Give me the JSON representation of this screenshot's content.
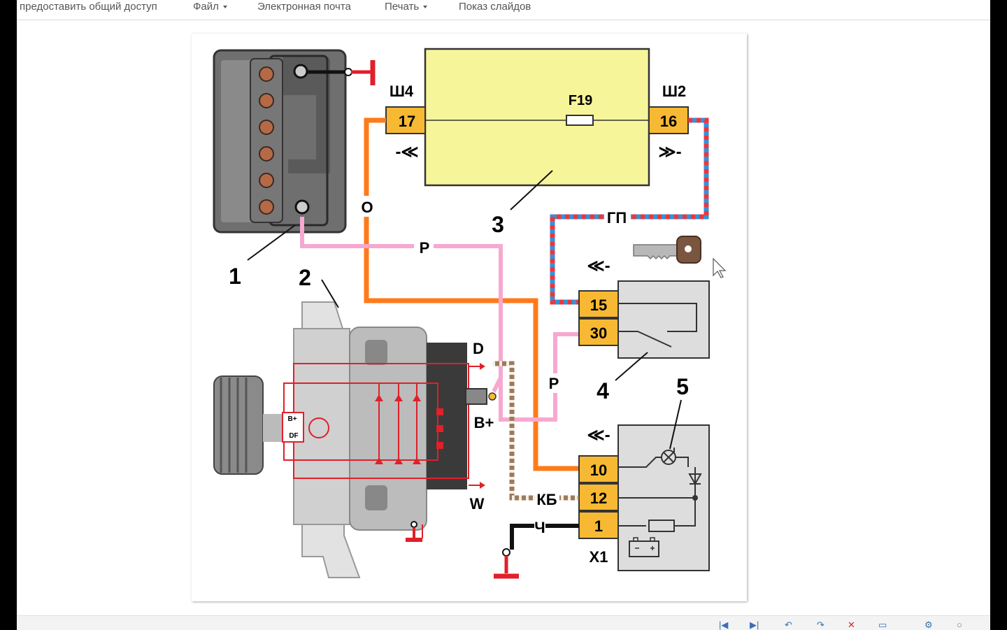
{
  "toolbar": {
    "share": "предоставить общий доступ",
    "file": "Файл",
    "email": "Электронная почта",
    "print": "Печать",
    "slideshow": "Показ слайдов"
  },
  "diagram": {
    "callouts": {
      "battery": "1",
      "generator": "2",
      "mount_block": "3",
      "ignition_switch": "4",
      "warning_lamp": "5"
    },
    "connectors": {
      "left_mount": "Ш4",
      "right_mount": "Ш2",
      "cluster": "Х1"
    },
    "pins": {
      "p17": "17",
      "p16": "16",
      "p15": "15",
      "p30": "30",
      "p10": "10",
      "p12": "12",
      "p1": "1"
    },
    "fuse": "F19",
    "wire_labels": {
      "orange": "О",
      "pink_top": "Р",
      "pink_mid": "Р",
      "blue_red": "ГП",
      "brown_white": "КБ",
      "black": "Ч"
    },
    "terminals": {
      "d": "D",
      "b_plus": "B+",
      "w": "W"
    },
    "regulator": {
      "b_plus": "B+",
      "df": "DF"
    }
  },
  "colors": {
    "orange_wire": "#ff7a1a",
    "pink_wire": "#f7a8d0",
    "blue_wire": "#3a8fd8",
    "red_stripe": "#e8383d",
    "pin_fill": "#f7b933",
    "fuse_block": "#f7f59a",
    "ground": "#e0202a"
  }
}
